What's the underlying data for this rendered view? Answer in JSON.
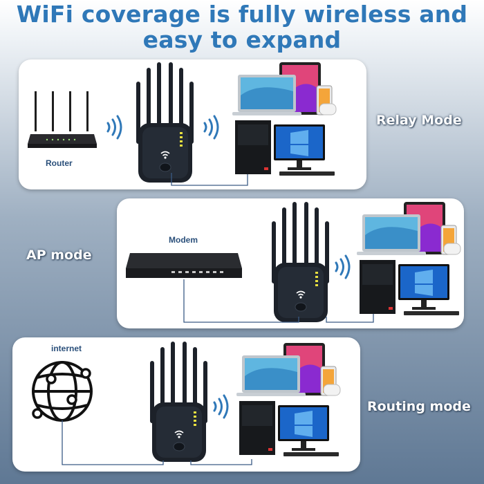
{
  "title_line1": "WiFi coverage is fully wireless and",
  "title_line2": "easy to expand",
  "modes": {
    "relay": {
      "label": "Relay Mode",
      "device_label": "Router"
    },
    "ap": {
      "label": "AP mode",
      "device_label": "Modem"
    },
    "routing": {
      "label": "Routing mode",
      "device_label": "internet"
    }
  },
  "colors": {
    "title": "#2f78b8",
    "wifi_waves": "#2f78b8",
    "extender": "#1c2129",
    "led": "#e8e040",
    "cable": "#3a5a85"
  }
}
